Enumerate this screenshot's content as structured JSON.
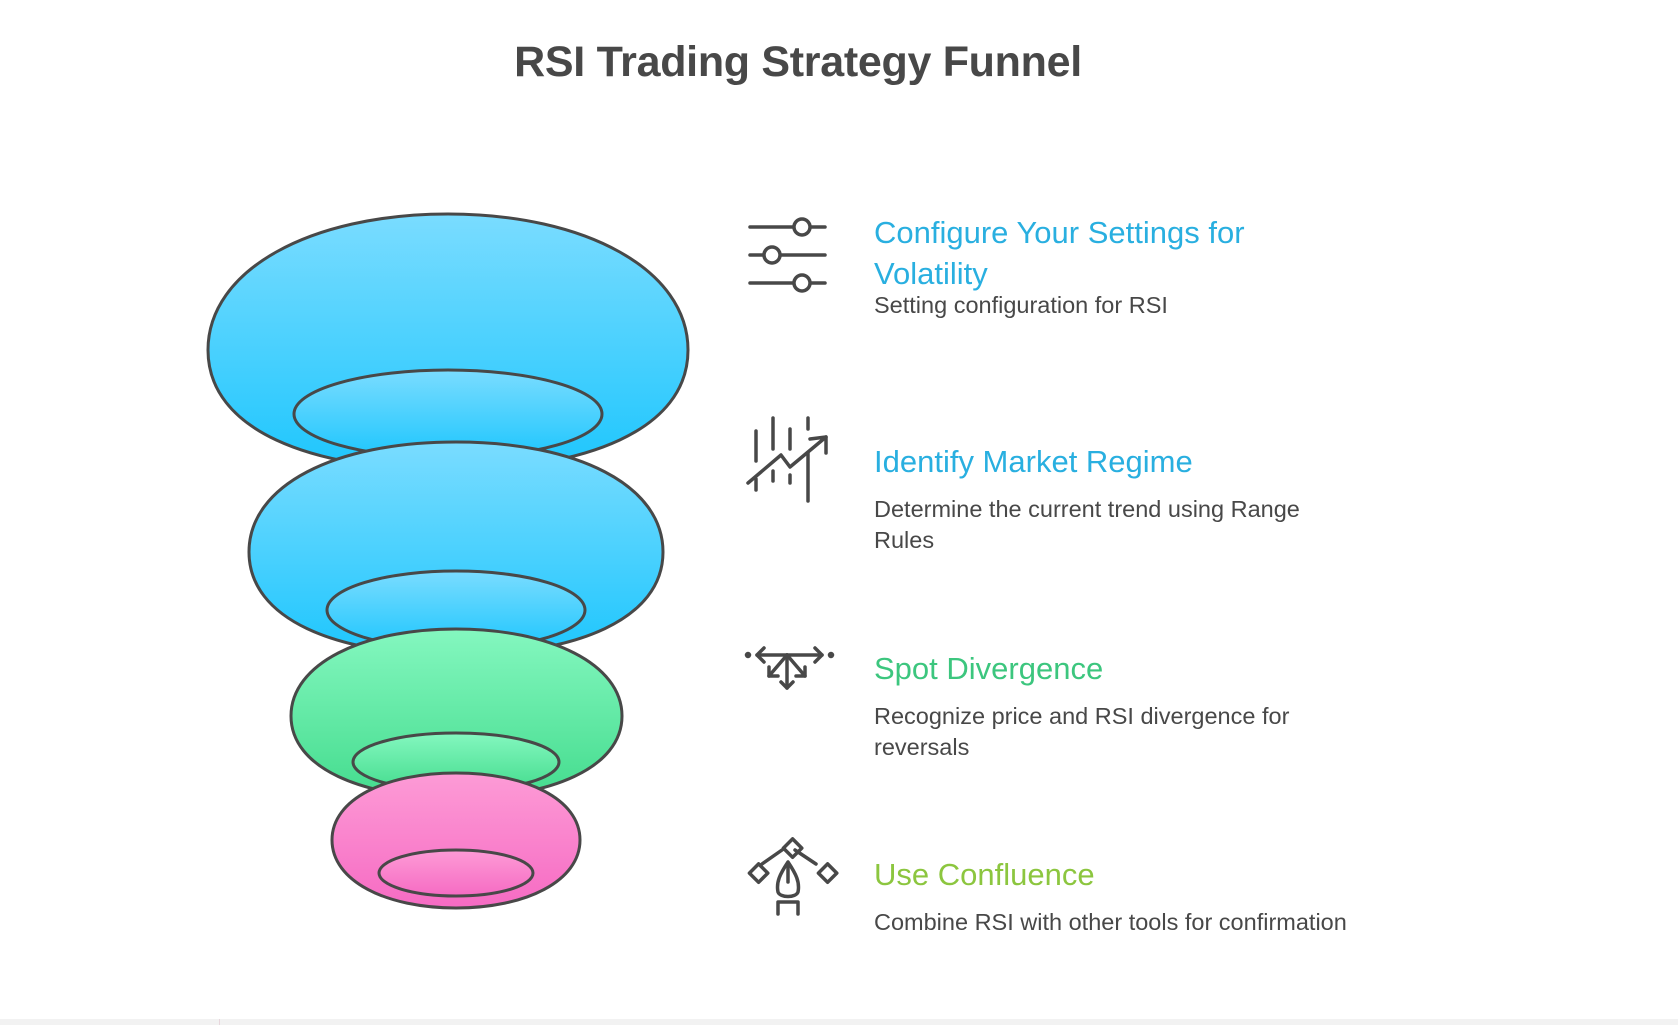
{
  "title": "RSI Trading Strategy Funnel",
  "colors": {
    "title": "#484848",
    "outline": "#484848",
    "description": "#484848",
    "heading_blue": "#29afe0",
    "heading_green": "#3cc67e",
    "heading_lime": "#8cc63f"
  },
  "funnel_layers": [
    {
      "name": "blue-top",
      "fill_top": "#7adcff",
      "fill_bottom": "#1ec6fd"
    },
    {
      "name": "blue-second",
      "fill_top": "#7adcff",
      "fill_bottom": "#1ec6fd"
    },
    {
      "name": "green",
      "fill_top": "#84f7bf",
      "fill_bottom": "#44dc8e"
    },
    {
      "name": "pink",
      "fill_top": "#fd9bd6",
      "fill_bottom": "#f66bc3"
    }
  ],
  "steps": [
    {
      "icon": "sliders-icon",
      "heading": "Configure Your Settings for Volatility",
      "description": "Setting configuration for RSI",
      "color_key": "heading_blue"
    },
    {
      "icon": "trend-chart-icon",
      "heading": "Identify Market Regime",
      "description": "Determine the current trend using Range Rules",
      "color_key": "heading_blue"
    },
    {
      "icon": "divergence-arrows-icon",
      "heading": "Spot Divergence",
      "description": "Recognize price and RSI divergence for reversals",
      "color_key": "heading_green"
    },
    {
      "icon": "pen-tool-icon",
      "heading": "Use Confluence",
      "description": "Combine RSI with other tools for confirmation",
      "color_key": "heading_lime"
    }
  ]
}
